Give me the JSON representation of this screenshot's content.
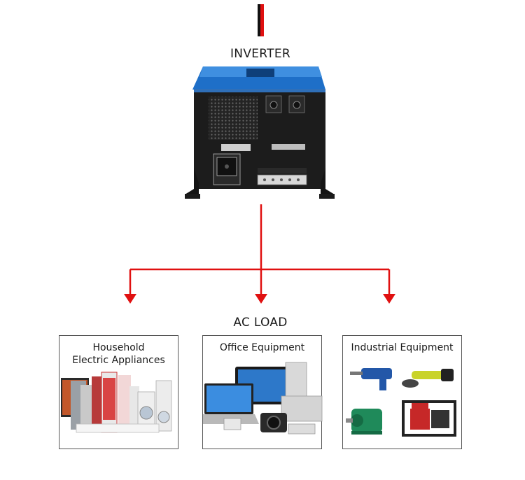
{
  "colors": {
    "wire_red": "#e01010",
    "wire_black": "#111111",
    "inverter_blue": "#1e6fc8"
  },
  "inverter": {
    "label": "INVERTER"
  },
  "ac_load": {
    "label": "AC LOAD"
  },
  "loads": [
    {
      "label": "Household\nElectric Appliances",
      "icon": "household-appliances-image"
    },
    {
      "label": "Office Equipment",
      "icon": "office-equipment-image"
    },
    {
      "label": "Industrial Equipment",
      "icon": "industrial-equipment-image"
    }
  ]
}
